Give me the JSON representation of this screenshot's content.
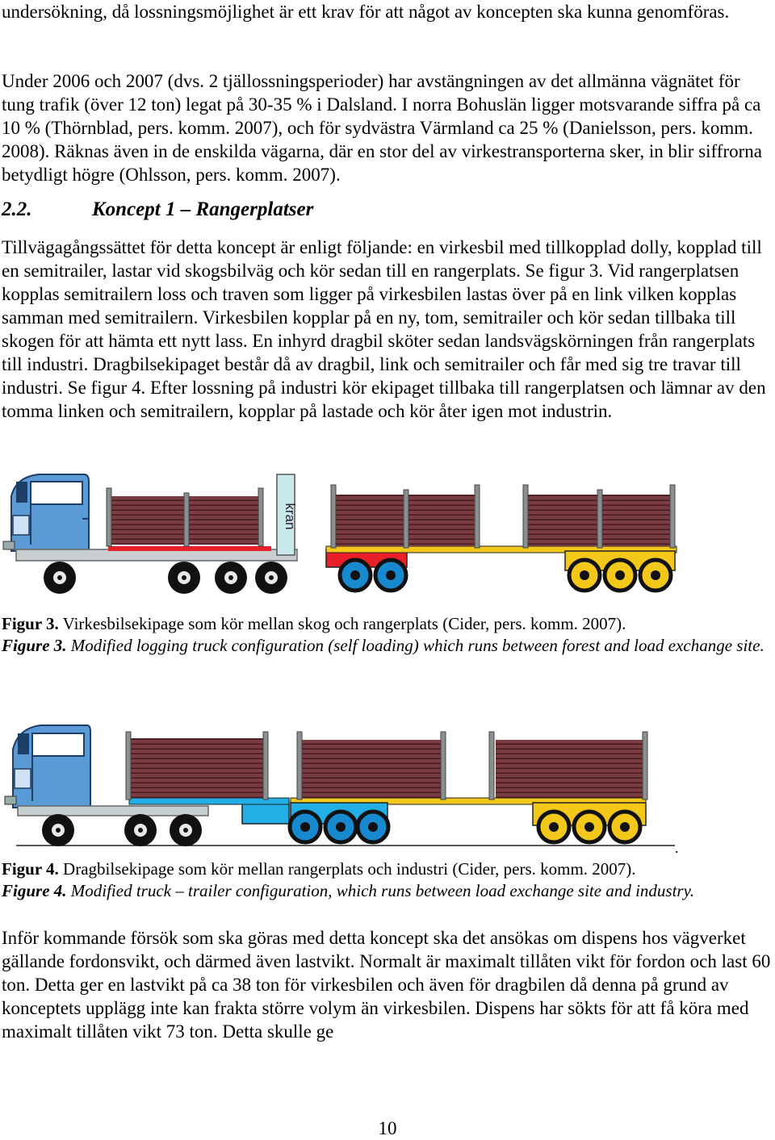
{
  "paragraphs": {
    "p1": "undersökning, då lossningsmöjlighet är ett krav för att något av koncepten ska kunna genomföras.",
    "p2": "Under 2006 och 2007 (dvs. 2 tjällossningsperioder) har avstängningen av det allmänna vägnätet för tung trafik (över 12 ton) legat på 30-35 % i Dalsland. I norra Bohuslän ligger motsvarande siffra på ca 10 % (Thörnblad, pers. komm. 2007), och för sydvästra Värmland ca 25 % (Danielsson, pers. komm. 2008). Räknas även in de enskilda vägarna, där en stor del av virkestransporterna sker, in blir siffrorna betydligt högre (Ohlsson, pers. komm. 2007).",
    "p3": "Tillvägagångssättet för detta koncept är enligt följande: en virkesbil med tillkopplad dolly, kopplad till en semitrailer, lastar vid skogsbilväg och kör sedan till en rangerplats. Se figur 3. Vid rangerplatsen kopplas semitrailern loss och traven som ligger på virkesbilen lastas över på en link vilken kopplas samman med semitrailern. Virkesbilen kopplar på en ny, tom, semitrailer och kör sedan tillbaka till skogen för att hämta ett nytt lass. En inhyrd dragbil sköter sedan landsvägskörningen från rangerplats till industri. Dragbilsekipaget består då av dragbil, link och semitrailer och får med sig tre travar till industri. Se figur 4. Efter lossning på industri kör ekipaget tillbaka till rangerplatsen och lämnar av den tomma linken och semitrailern, kopplar på lastade och kör åter igen mot industrin.",
    "p4": "Inför kommande försök som ska göras med detta koncept ska det ansökas om dispens hos vägverket gällande fordonsvikt, och därmed även lastvikt. Normalt är maximalt tillåten vikt för fordon och last 60 ton. Detta ger en lastvikt på ca 38 ton för virkesbilen och även för dragbilen då denna på grund av konceptets upplägg inte kan frakta större volym än virkesbilen. Dispens har sökts för att få köra med maximalt tillåten vikt 73 ton. Detta skulle ge"
  },
  "heading": {
    "number": "2.2.",
    "title": "Koncept 1 – Rangerplatser"
  },
  "figure3": {
    "crane_label": "kran",
    "caption_sv_label": "Figur 3.",
    "caption_sv_text": " Virkesbilsekipage som kör mellan skog och rangerplats (Cider, pers. komm. 2007).",
    "caption_en_label": "Figure 3.",
    "caption_en_text": " Modified logging truck configuration (self loading) which runs between forest and load exchange site."
  },
  "figure4": {
    "trailing_mark": ".",
    "caption_sv_label": "Figur 4.",
    "caption_sv_text": " Dragbilsekipage som kör mellan rangerplats och industri (Cider, pers. komm. 2007).",
    "caption_en_label": "Figure 4.",
    "caption_en_text": " Modified truck – trailer configuration, which runs between load exchange site and industry."
  },
  "colors": {
    "cab": "#5b9bd5",
    "logs": "#7a3b41",
    "red_chassis": "#e8202a",
    "yellow_trailer": "#f3c81b",
    "cyan_link": "#23aee6",
    "blue_wheel": "#1689cf",
    "grey_frame": "#c8cfd0",
    "wheel": "#111111"
  },
  "page_number": "10"
}
